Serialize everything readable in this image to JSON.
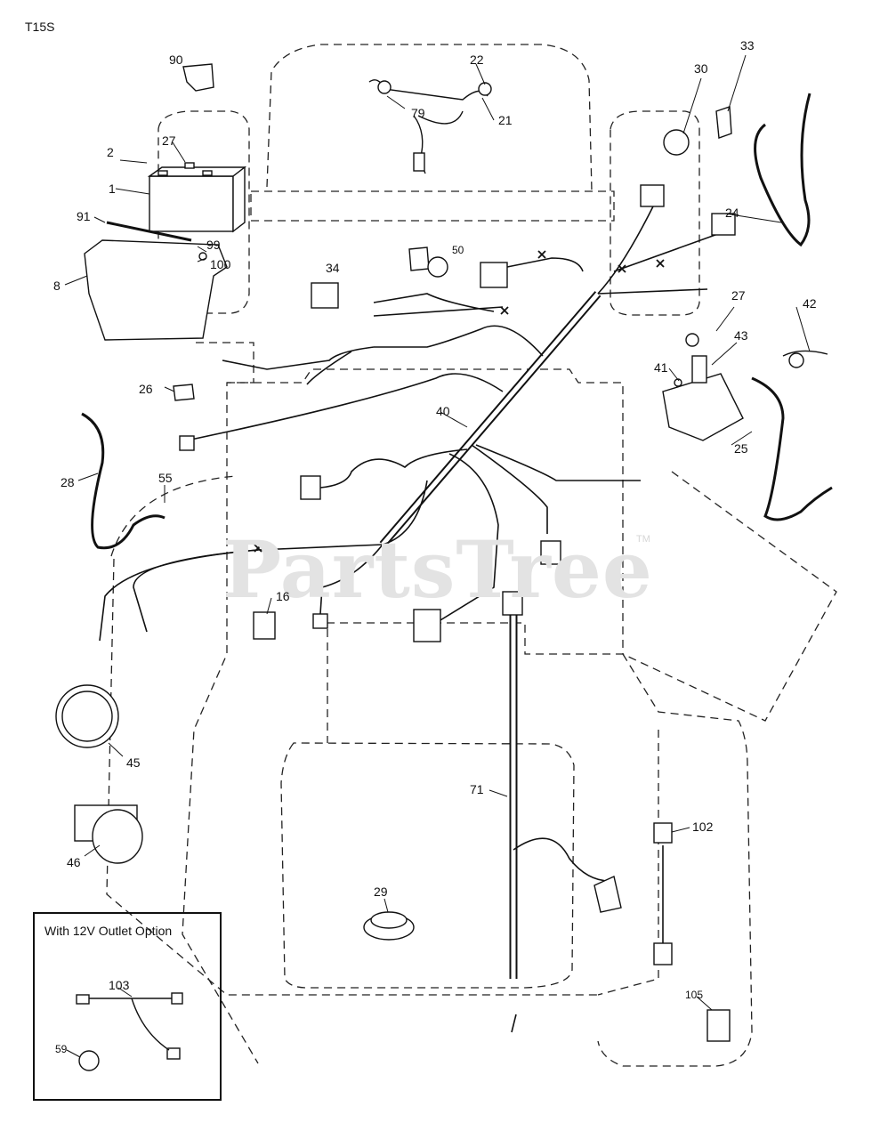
{
  "diagram_code": "T15S",
  "watermark": "PartsTree",
  "watermark_tm": "TM",
  "inset": {
    "title": "With 12V Outlet Option"
  },
  "callouts": {
    "n90": "90",
    "n22": "22",
    "n79": "79",
    "n21": "21",
    "n30": "30",
    "n33": "33",
    "n2": "2",
    "n27a": "27",
    "n1": "1",
    "n91": "91",
    "n99": "99",
    "n100": "100",
    "n8": "8",
    "n50": "50",
    "n34": "34",
    "n24": "24",
    "n27b": "27",
    "n42": "42",
    "n43": "43",
    "n41": "41",
    "n26": "26",
    "n40": "40",
    "n25": "25",
    "n28": "28",
    "n55": "55",
    "n16": "16",
    "n45": "45",
    "n71": "71",
    "n46": "46",
    "n102": "102",
    "n29": "29",
    "n103": "103",
    "n59": "59",
    "n105": "105"
  }
}
